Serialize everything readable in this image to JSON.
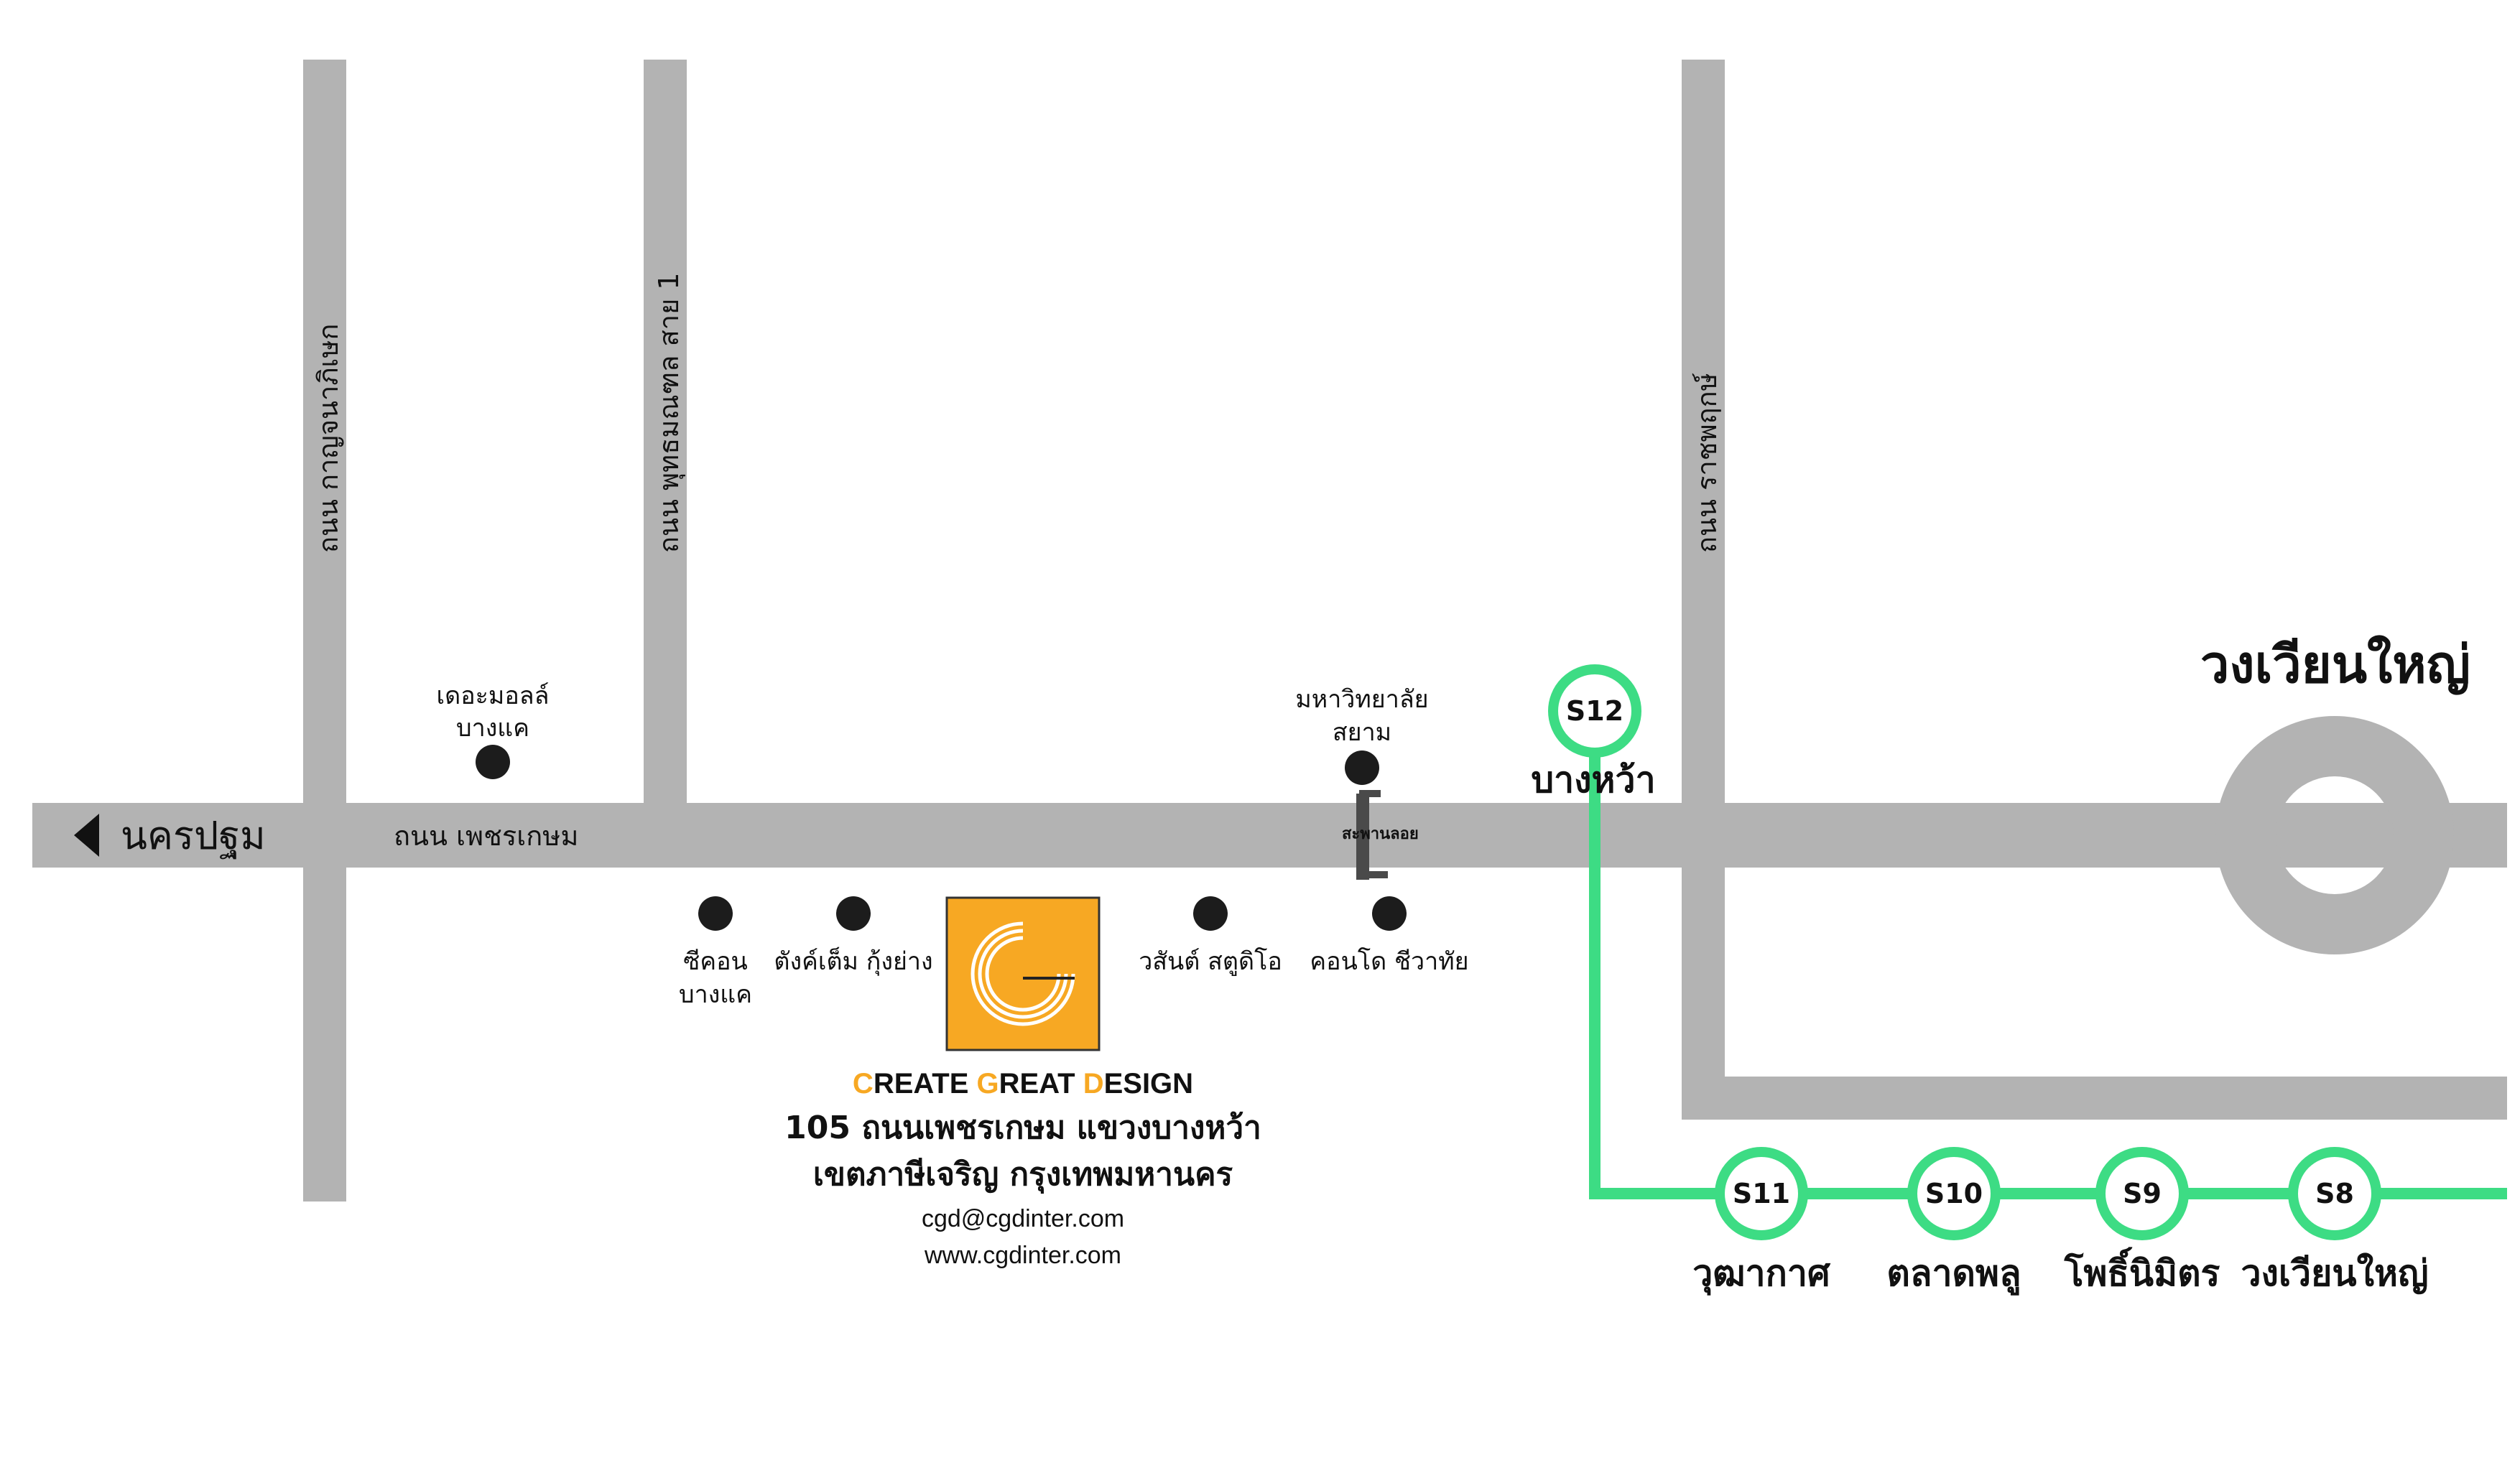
{
  "colors": {
    "road": "#b3b3b3",
    "rail": "#3ddc84",
    "poi": "#1c1c1c",
    "logo_bg": "#f7a823",
    "brand_accent": "#f7a823"
  },
  "roads": {
    "main": "ถนน เพชรเกษม",
    "v1": "ถนน กาญจนาภิเษก",
    "v2": "ถนน พุทธมณฑล สาย 1",
    "v3": "ถนน ราชพฤกษ์"
  },
  "direction": {
    "label": "นครปฐม",
    "icon": "arrow-left-icon"
  },
  "roundabout": {
    "label": "วงเวียนใหญ่"
  },
  "bridge": {
    "label": "สะพานลอย"
  },
  "pois": {
    "mall_l1": "เดอะมอลล์",
    "mall_l2": "บางแค",
    "univ_l1": "มหาวิทยาลัย",
    "univ_l2": "สยาม",
    "seacon_l1": "ซีคอน",
    "seacon_l2": "บางแค",
    "shrimp": "ตังค์เต็ม กุ้งย่าง",
    "studio": "วสันต์ สตูดิโอ",
    "condo": "คอนโด ชีวาทัย"
  },
  "stations": {
    "s12": {
      "code": "S12",
      "name": "บางหว้า"
    },
    "s11": {
      "code": "S11",
      "name": "วุฒากาศ"
    },
    "s10": {
      "code": "S10",
      "name": "ตลาดพลู"
    },
    "s9": {
      "code": "S9",
      "name": "โพธิ์นิมิตร"
    },
    "s8": {
      "code": "S8",
      "name": "วงเวียนใหญ่"
    }
  },
  "company": {
    "logo_icon": "cgd-logo-icon",
    "brand": {
      "c": "C",
      "reate": "REATE ",
      "g": "G",
      "reat": "REAT ",
      "d": "D",
      "esign": "ESIGN"
    },
    "address_line1": "105 ถนนเพชรเกษม แขวงบางหว้า",
    "address_line2": "เขตภาษีเจริญ กรุงเทพมหานคร",
    "email": "cgd@cgdinter.com",
    "website": "www.cgdinter.com"
  }
}
